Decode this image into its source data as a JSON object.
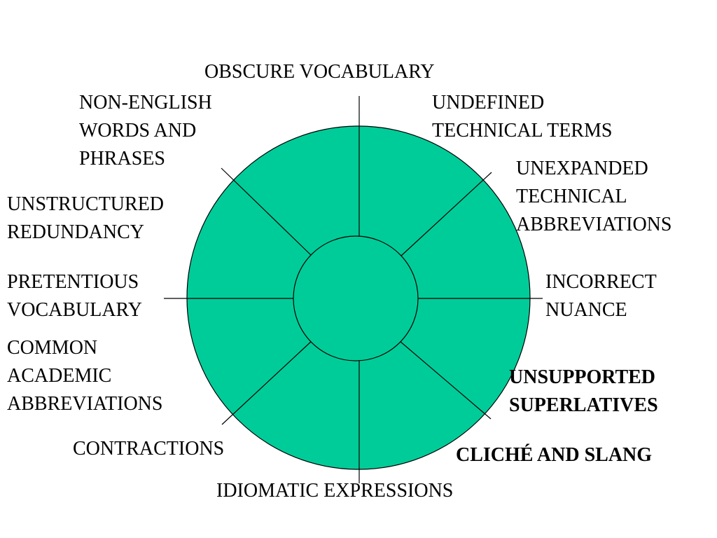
{
  "colors": {
    "wheel_fill": "#00CC99",
    "line": "#000000",
    "text": "#000000",
    "background": "#FFFFFF"
  },
  "labels": {
    "obscure_vocabulary": "OBSCURE VOCABULARY",
    "non_english": "NON-ENGLISH\nWORDS AND\nPHRASES",
    "undefined_technical_terms": "UNDEFINED\nTECHNICAL TERMS",
    "unexpanded_abbreviations": "UNEXPANDED\nTECHNICAL\nABBREVIATIONS",
    "unstructured_redundancy": "UNSTRUCTURED\nREDUNDANCY",
    "pretentious_vocabulary": "PRETENTIOUS\nVOCABULARY",
    "incorrect_nuance": "INCORRECT\nNUANCE",
    "common_academic_abbreviations": "COMMON\nACADEMIC\nABBREVIATIONS",
    "unsupported_superlatives": "UNSUPPORTED\nSUPERLATIVES",
    "contractions": "CONTRACTIONS",
    "cliche_and_slang": "CLICHÉ AND SLANG",
    "idiomatic_expressions": "IDIOMATIC EXPRESSIONS"
  }
}
